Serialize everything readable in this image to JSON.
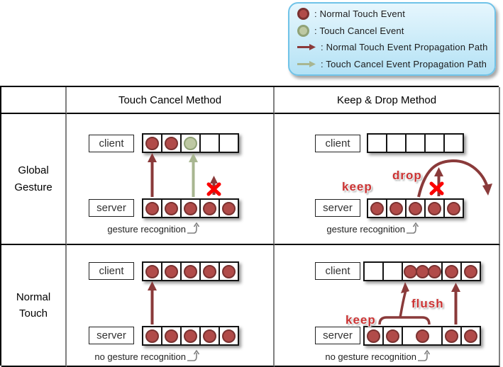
{
  "legend": {
    "items": [
      {
        "icon": "normal-touch-event-icon",
        "label": ": Normal Touch Event"
      },
      {
        "icon": "touch-cancel-event-icon",
        "label": ": Touch Cancel Event"
      },
      {
        "icon": "normal-touch-propagation-icon",
        "label": ": Normal Touch Event Propagation Path"
      },
      {
        "icon": "touch-cancel-propagation-icon",
        "label": ": Touch Cancel Event Propagation Path"
      }
    ]
  },
  "table": {
    "columns": [
      "Touch Cancel Method",
      "Keep & Drop Method"
    ],
    "rows": [
      "Global Gesture",
      "Normal Touch"
    ]
  },
  "diagrams": {
    "global_touch_cancel": {
      "client_label": "client",
      "server_label": "server",
      "client_queue": [
        "red",
        "red",
        "green",
        "empty",
        "empty"
      ],
      "server_queue": [
        "red",
        "red",
        "red",
        "red",
        "red"
      ],
      "caption": "gesture recognition"
    },
    "global_keep_drop": {
      "client_label": "client",
      "server_label": "server",
      "client_queue": [
        "empty",
        "empty",
        "empty",
        "empty",
        "empty"
      ],
      "server_queue": [
        "red",
        "red",
        "red",
        "red",
        "red"
      ],
      "keep_label": "keep",
      "drop_label": "drop",
      "caption": "gesture recognition"
    },
    "normal_touch_cancel": {
      "client_label": "client",
      "server_label": "server",
      "client_queue": [
        "red",
        "red",
        "red",
        "red",
        "red"
      ],
      "server_queue": [
        "red",
        "red",
        "red",
        "red",
        "red"
      ],
      "caption": "no gesture recognition"
    },
    "normal_keep_drop": {
      "client_label": "client",
      "server_label": "server",
      "client_queue": [
        "empty",
        "empty",
        "wide3",
        "red",
        "red"
      ],
      "server_queue": [
        "red",
        "red",
        "wide1",
        "red",
        "red"
      ],
      "keep_label": "keep",
      "flush_label": "flush",
      "caption": "no gesture recognition"
    }
  },
  "colors": {
    "normal_event_fill": "#b14b49",
    "normal_event_stroke": "#7a3231",
    "cancel_event_fill": "#bec9a3",
    "cancel_event_stroke": "#90a277",
    "normal_path": "#8a3a3a",
    "cancel_path": "#a8b691",
    "blocked_x": "#fb0000",
    "action_label": "#cc3333",
    "legend_bg_top": "#e6f6fd",
    "legend_bg_bottom": "#b4e2f5",
    "legend_border": "#70c3e8",
    "table_line_dark": "#000000",
    "table_line_gray": "#808080"
  }
}
